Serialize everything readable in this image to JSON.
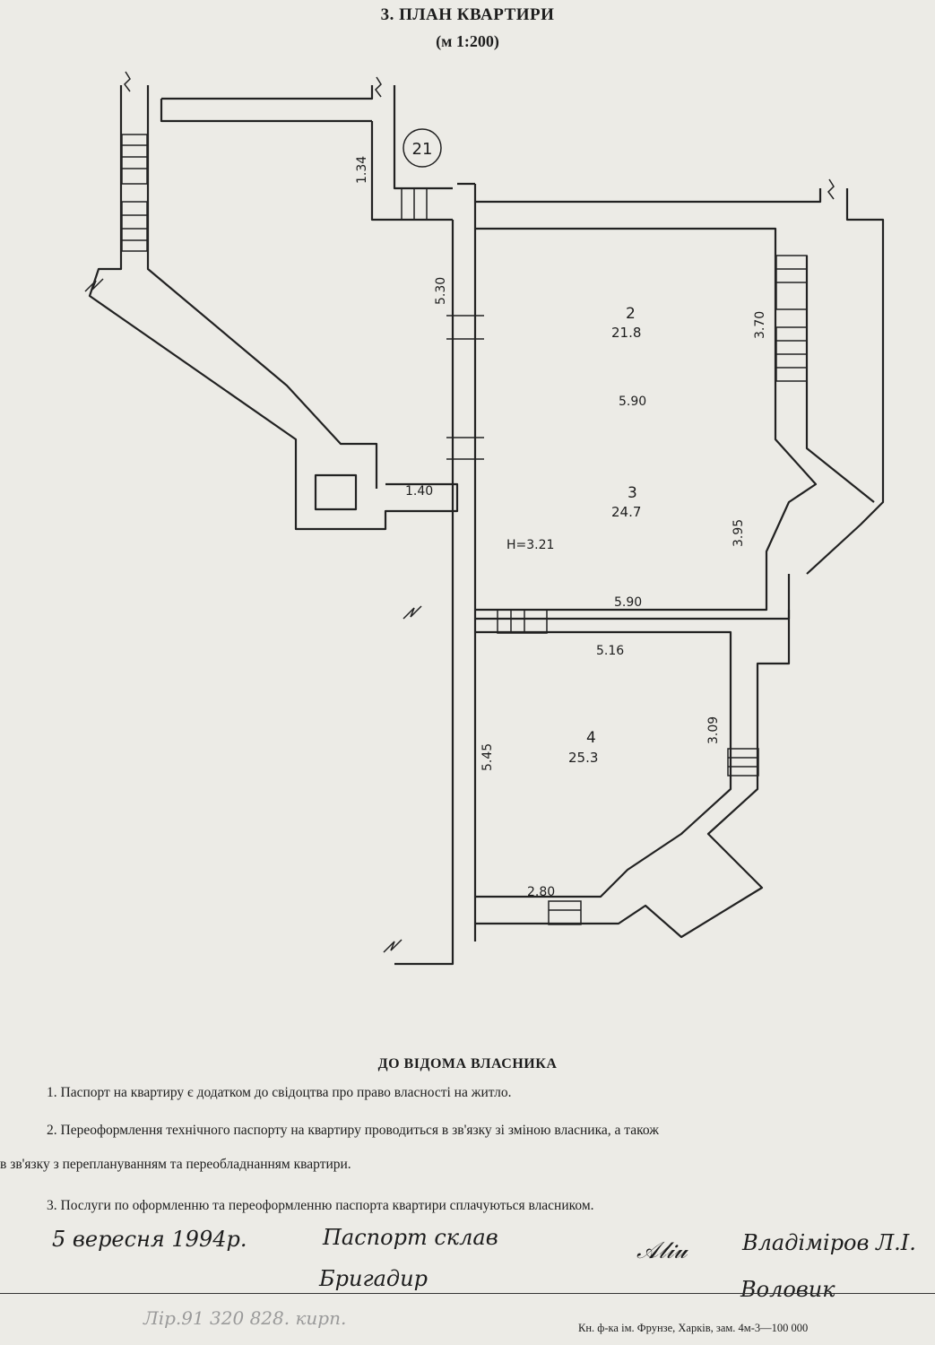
{
  "header": {
    "title": "3. ПЛАН КВАРТИРИ",
    "scale": "(м 1:200)"
  },
  "plan": {
    "stair_number": "21",
    "dimensions": {
      "d1": "1.34",
      "d2": "5.30",
      "d3": "1.40",
      "d4": "3.70",
      "d5": "5.90",
      "d6": "3.95",
      "d7": "5.90",
      "d8": "5.16",
      "d9": "3.09",
      "d10": "5.45",
      "d11": "2.80"
    },
    "height_label": "Н=3.21",
    "rooms": [
      {
        "number": "2",
        "area": "21.8"
      },
      {
        "number": "3",
        "area": "24.7"
      },
      {
        "number": "4",
        "area": "25.3"
      }
    ]
  },
  "notes": {
    "title": "ДО ВІДОМА ВЛАСНИКА",
    "items": [
      "1. Паспорт на квартиру є додатком до свідоцтва про право власності на житло.",
      "2. Переоформлення технічного паспорту на квартиру проводиться в зв'язку зі зміною власника, а також",
      "в зв'язку з переплануванням та переобладнанням квартири.",
      "3. Послуги по оформленню та переоформленню паспорта квартири сплачуються власником."
    ]
  },
  "signatures": {
    "date": "5 вересня 1994р.",
    "role1": "Паспорт склав",
    "role2": "Бригадир",
    "name1": "Владіміров Л.І.",
    "name2": "Воловик"
  },
  "footer": {
    "faint_notes": "Лiр.91   320   828.  кирп.",
    "imprint": "Кн. ф-ка ім. Фрунзе, Харків, зам. 4м-3—100 000"
  }
}
